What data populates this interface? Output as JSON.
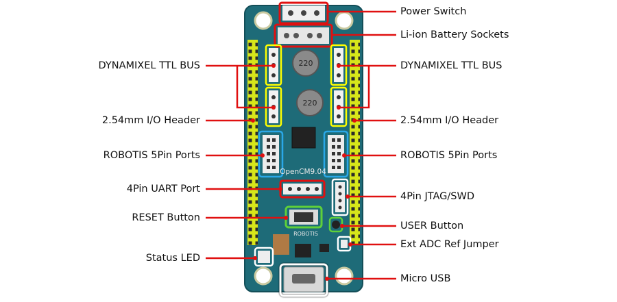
{
  "labels": {
    "power_switch": "Power Switch",
    "battery_sockets": "Li-ion Battery Sockets",
    "dxl_bus_left": "DYNAMIXEL TTL BUS",
    "dxl_bus_right": "DYNAMIXEL TTL BUS",
    "io_header_left": "2.54mm I/O Header",
    "io_header_right": "2.54mm I/O Header",
    "robotis_left": "ROBOTIS 5Pin Ports",
    "robotis_right": "ROBOTIS 5Pin Ports",
    "uart": "4Pin UART Port",
    "jtag": "4Pin JTAG/SWD",
    "reset": "RESET Button",
    "user": "USER Button",
    "adc": "Ext ADC Ref Jumper",
    "led": "Status LED",
    "usb": "Micro USB"
  },
  "board": {
    "model_text": "OpenCM9.04",
    "brand_text": "ROBOTIS",
    "cap_top_text": "220",
    "cap_bottom_text": "220"
  },
  "colors": {
    "pcb": "#1e6b78",
    "pcb_dark": "#134e58",
    "header_yellow": "#d7e61a",
    "callout_red": "#e01010",
    "box_yellow": "#ffff00",
    "box_blue": "#2aa8e8",
    "box_green": "#5fd03a",
    "box_white": "#ffffff"
  }
}
